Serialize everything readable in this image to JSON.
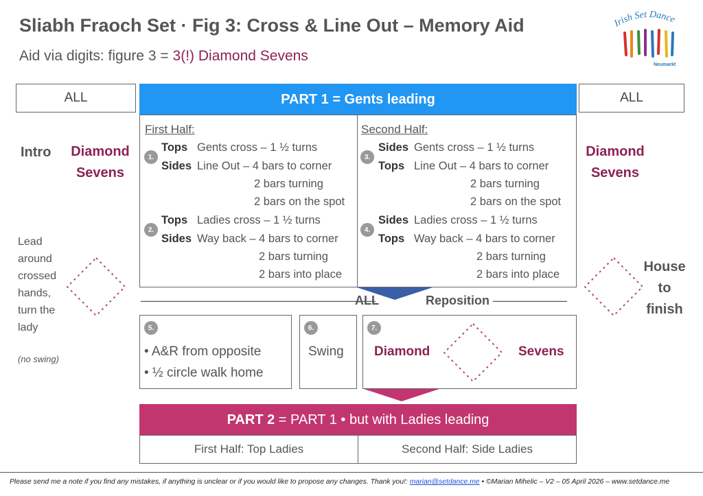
{
  "header": {
    "title": "Sliabh Fraoch Set · Fig 3: Cross & Line Out  – Memory Aid",
    "subtitle_prefix": "Aid via digits: figure 3 = ",
    "subtitle_highlight": "3(!) Diamond Sevens"
  },
  "logo": {
    "text": "Irish Set Dance",
    "subtext": "Neumarkt"
  },
  "left": {
    "all_label": "ALL",
    "intro": "Intro",
    "diamond": "Diamond",
    "sevens": "Sevens",
    "lead_lines": [
      "Lead",
      "around",
      "crossed",
      "hands,",
      "turn the",
      "lady"
    ],
    "no_swing": "(no swing)"
  },
  "right": {
    "all_label": "ALL",
    "diamond": "Diamond",
    "sevens": "Sevens",
    "house_lines": [
      "House",
      "to",
      "finish"
    ]
  },
  "part1": {
    "title": "PART 1 = Gents leading",
    "first_half": {
      "title": "First Half:",
      "steps": [
        {
          "num": "1.",
          "rows": [
            {
              "who": "Tops",
              "text": "Gents cross – 1 ½ turns"
            },
            {
              "who": "Sides",
              "text": "Line Out – 4 bars to corner"
            },
            {
              "who": "",
              "text": "2 bars turning"
            },
            {
              "who": "",
              "text": "2 bars on the spot"
            }
          ]
        },
        {
          "num": "2.",
          "rows": [
            {
              "who": "Tops",
              "text": "Ladies cross – 1 ½ turns"
            },
            {
              "who": "Sides",
              "text": "Way back – 4 bars to corner"
            },
            {
              "who": "",
              "text": "2 bars turning"
            },
            {
              "who": "",
              "text": "2 bars into place"
            }
          ]
        }
      ]
    },
    "second_half": {
      "title": "Second Half:",
      "steps": [
        {
          "num": "3.",
          "rows": [
            {
              "who": "Sides",
              "text": "Gents cross – 1 ½ turns"
            },
            {
              "who": "Tops",
              "text": "Line Out – 4 bars to corner"
            },
            {
              "who": "",
              "text": "2 bars turning"
            },
            {
              "who": "",
              "text": "2 bars on the spot"
            }
          ]
        },
        {
          "num": "4.",
          "rows": [
            {
              "who": "Sides",
              "text": "Ladies cross – 1 ½ turns"
            },
            {
              "who": "Tops",
              "text": "Way back – 4 bars to corner"
            },
            {
              "who": "",
              "text": "2 bars turning"
            },
            {
              "who": "",
              "text": "2 bars into place"
            }
          ]
        }
      ]
    }
  },
  "divider": {
    "left_dashes": "———————————————————",
    "all": "ALL",
    "reposition": "Reposition",
    "right_dashes": "——————"
  },
  "lower": {
    "step5": {
      "num": "5.",
      "lines": [
        "• A&R from opposite",
        "• ½ circle walk home"
      ]
    },
    "step6": {
      "num": "6.",
      "text": "Swing"
    },
    "step7": {
      "num": "7.",
      "diamond": "Diamond",
      "sevens": "Sevens"
    }
  },
  "part2": {
    "bold": "PART 2",
    "rest": " = PART 1 • but with Ladies leading",
    "first_half": "First Half: Top Ladies",
    "second_half": "Second Half: Side Ladies"
  },
  "footer": {
    "text_before": "Please send me a note if you find any mistakes, if anything is unclear or if you would like to propose any changes. Thank you!: ",
    "email": "marian@setdance.me",
    "text_after": " • ©Marian Mihelic – V2 – 05 April 2026 – www.setdance.me"
  },
  "colors": {
    "part1_blue": "#2196f3",
    "part2_magenta": "#c2366f",
    "plum_text": "#8b2252",
    "divider_triangle": "#3a5fa8"
  },
  "icons": [
    "diamond-sevens-icon",
    "dancers-logo-icon"
  ]
}
